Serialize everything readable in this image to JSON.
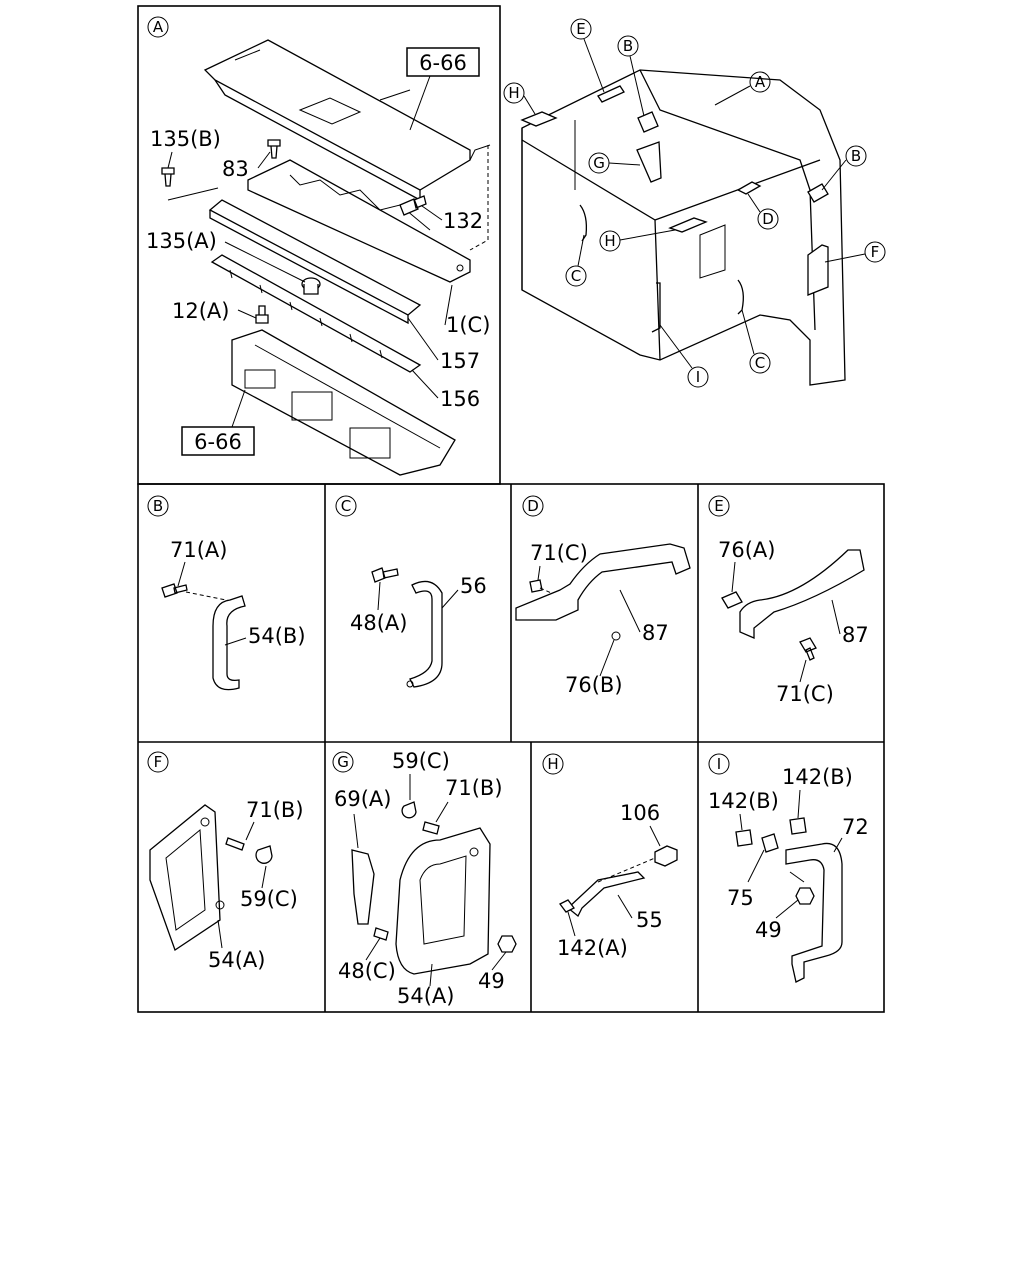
{
  "panels": {
    "A": {
      "tag": "A",
      "ref_top": "6-66",
      "ref_bottom": "6-66",
      "labels": [
        "135(B)",
        "83",
        "132",
        "135(A)",
        "1(C)",
        "12(A)",
        "157",
        "156"
      ]
    },
    "overview": {
      "tags": [
        "E",
        "B",
        "A",
        "H",
        "G",
        "B",
        "D",
        "H",
        "F",
        "C",
        "C",
        "I"
      ]
    },
    "B": {
      "tag": "B",
      "labels": [
        "71(A)",
        "54(B)"
      ]
    },
    "C": {
      "tag": "C",
      "labels": [
        "48(A)",
        "56"
      ]
    },
    "D": {
      "tag": "D",
      "labels": [
        "71(C)",
        "87",
        "76(B)"
      ]
    },
    "E": {
      "tag": "E",
      "labels": [
        "76(A)",
        "87",
        "71(C)"
      ]
    },
    "F": {
      "tag": "F",
      "labels": [
        "71(B)",
        "59(C)",
        "54(A)"
      ]
    },
    "G": {
      "tag": "G",
      "labels": [
        "59(C)",
        "69(A)",
        "71(B)",
        "48(C)",
        "54(A)",
        "49"
      ]
    },
    "H": {
      "tag": "H",
      "labels": [
        "106",
        "55",
        "142(A)"
      ]
    },
    "I": {
      "tag": "I",
      "labels": [
        "142(B)",
        "142(B)",
        "72",
        "75",
        "49"
      ]
    }
  }
}
